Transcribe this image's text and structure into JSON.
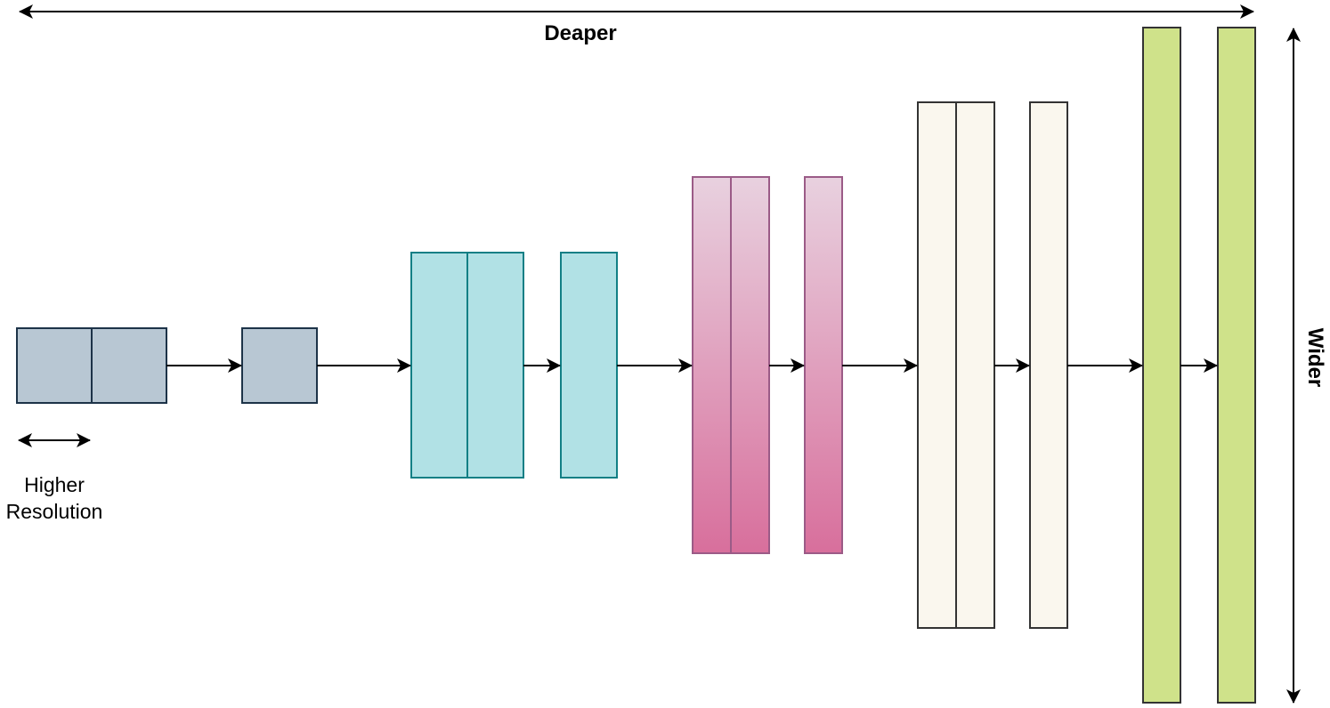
{
  "labels": {
    "deeper": "Deaper",
    "wider": "Wider",
    "higher_line1": "Higher",
    "higher_line2": "Resolution"
  },
  "colors": {
    "stage1_fill": "#b8c7d3",
    "stage1_stroke": "#1d3348",
    "stage2_fill": "#b1e1e5",
    "stage2_stroke": "#127f85",
    "stage3_fill_top": "#e8d1df",
    "stage3_fill_bottom": "#d86f9c",
    "stage3_stroke": "#9b5b87",
    "stage4_fill": "#faf7ee",
    "stage4_stroke": "#333333",
    "stage5_fill": "#cfe28a",
    "stage5_stroke": "#333333",
    "arrow": "#000000"
  },
  "stages": [
    {
      "name": "stage-1",
      "blocks": 3
    },
    {
      "name": "stage-2",
      "blocks": 3
    },
    {
      "name": "stage-3",
      "blocks": 3
    },
    {
      "name": "stage-4",
      "blocks": 3
    },
    {
      "name": "stage-5",
      "blocks": 2
    }
  ]
}
